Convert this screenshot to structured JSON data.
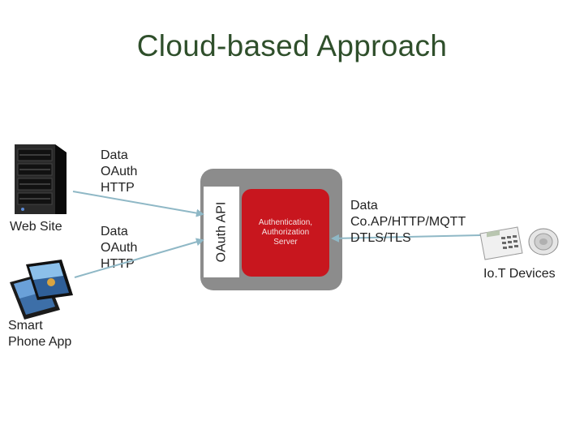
{
  "title": "Cloud-based Approach",
  "nodes": {
    "web_site": {
      "label": "Web Site",
      "icon": "server-icon"
    },
    "phone_app": {
      "label": "Smart\nPhone App",
      "icon": "smartphone-icon"
    },
    "api": {
      "label": "OAuth API"
    },
    "auth_server": {
      "label": "Authentication,\nAuthorization\nServer"
    },
    "iot": {
      "label": "Io.T Devices",
      "icon": "keypad-icon"
    }
  },
  "edges": {
    "web_site_to_api": {
      "label": "Data\nOAuth\nHTTP"
    },
    "phone_to_api": {
      "label": "Data\nOAuth\nHTTP"
    },
    "iot_to_auth": {
      "label": "Data\nCo.AP/HTTP/MQTT\nDTLS/TLS"
    }
  },
  "colors": {
    "title": "#2f4f2b",
    "gateway": "#8c8c8c",
    "auth_server": "#c8161e",
    "arrow": "#8fb8c6"
  }
}
